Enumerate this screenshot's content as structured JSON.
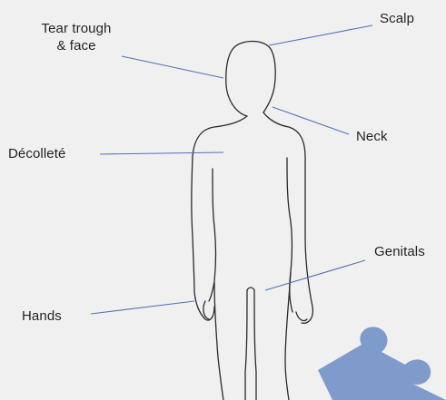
{
  "diagram": {
    "labels": {
      "tear_trough_line1": "Tear trough",
      "tear_trough_line2": "& face",
      "scalp": "Scalp",
      "neck": "Neck",
      "decollete": "Décolleté",
      "genitals": "Genitals",
      "hands": "Hands"
    },
    "colors": {
      "background": "#f0f0f0",
      "outline": "#2b2b2b",
      "leader_line": "#5a6fb0",
      "puzzle_piece": "#7f9bcb",
      "text": "#1e2226"
    },
    "icons": {
      "body": "human-body-outline-icon",
      "puzzle": "puzzle-piece-icon"
    }
  }
}
